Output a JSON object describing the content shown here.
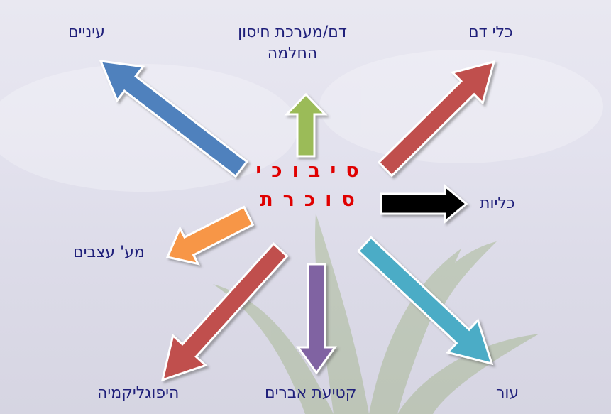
{
  "center": {
    "line1": "סיבוכי",
    "line2": "סוכרת"
  },
  "labels": {
    "eyes": "עיניים",
    "blood_immune": "דם/מערכת חיסון",
    "healing": "החלמה",
    "blood_vessels": "כלי דם",
    "kidneys": "כליות",
    "nerves": "מע' עצבים",
    "hypoglycemia": "היפוגליקמיה",
    "amputation": "קטיעת אברים",
    "skin": "עור"
  },
  "colors": {
    "label_text": "#1f1f7a",
    "center_text": "#e00000",
    "eyes_arrow": "#4f81bd",
    "blood_immune_arrow": "#9bbb59",
    "blood_vessels_arrow": "#c0504d",
    "kidneys_arrow": "#000000",
    "nerves_arrow": "#f79646",
    "hypoglycemia_arrow": "#c0504d",
    "amputation_arrow": "#8064a2",
    "skin_arrow": "#4bacc6"
  }
}
